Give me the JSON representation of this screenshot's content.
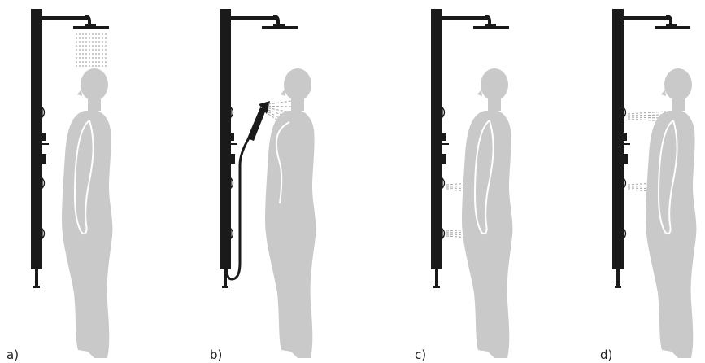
{
  "colors": {
    "panel": "#1a1a1a",
    "figure": "#c9c9c9",
    "figure_outline": "#ffffff",
    "spray": "#aaaaaa",
    "background": "#ffffff"
  },
  "panels": [
    {
      "id": "a",
      "label": "a)",
      "active_spray": "rain-shower-head"
    },
    {
      "id": "b",
      "label": "b)",
      "active_spray": "hand-shower"
    },
    {
      "id": "c",
      "label": "c)",
      "active_spray": "lower-body-jets"
    },
    {
      "id": "d",
      "label": "d)",
      "active_spray": "upper-body-jets"
    }
  ]
}
